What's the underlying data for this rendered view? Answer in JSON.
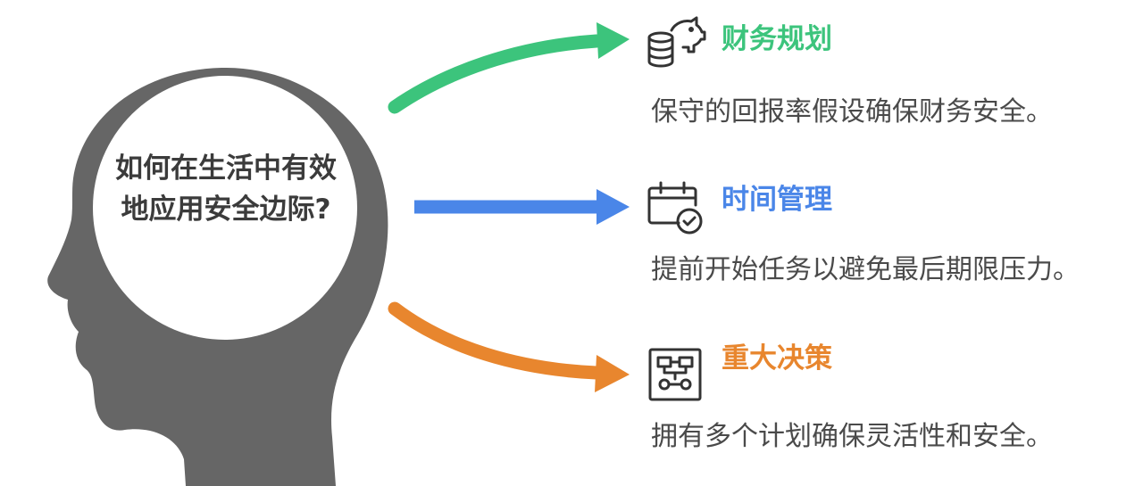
{
  "question": "如何在生活中有效地应用安全边际?",
  "branches": [
    {
      "title": "财务规划",
      "description": "保守的回报率假设确保财务安全。",
      "color": "#3cc47c",
      "icon": "piggy-bank-coins-icon"
    },
    {
      "title": "时间管理",
      "description": "提前开始任务以避免最后期限压力。",
      "color": "#4a86e8",
      "icon": "calendar-check-icon"
    },
    {
      "title": "重大决策",
      "description": "拥有多个计划确保灵活性和安全。",
      "color": "#e8862e",
      "icon": "flowchart-icon"
    }
  ],
  "colors": {
    "head": "#666666",
    "text_dark": "#3b3b3b"
  }
}
